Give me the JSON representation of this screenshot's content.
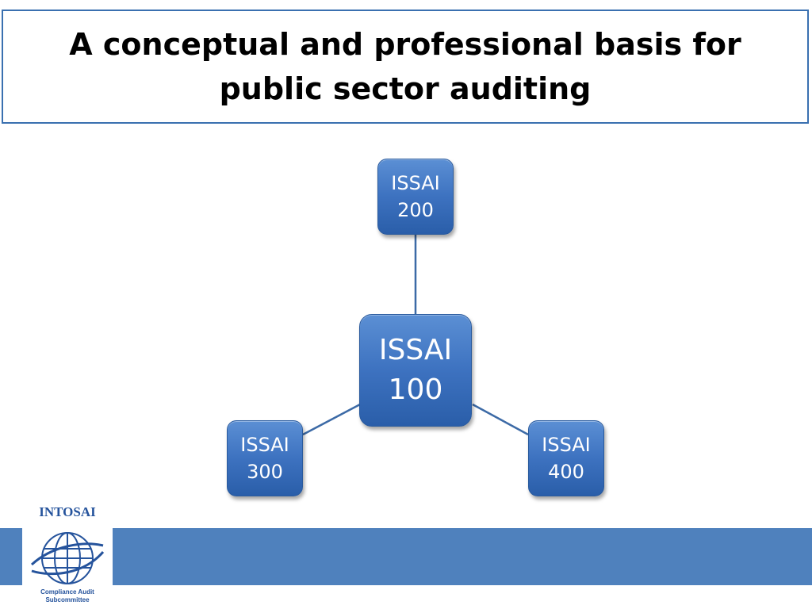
{
  "slide": {
    "title": "A conceptual and professional basis for public sector auditing"
  },
  "diagram": {
    "center": {
      "line1": "ISSAI",
      "line2": "100"
    },
    "top": {
      "line1": "ISSAI",
      "line2": "200"
    },
    "left": {
      "line1": "ISSAI",
      "line2": "300"
    },
    "right": {
      "line1": "ISSAI",
      "line2": "400"
    }
  },
  "logo": {
    "title": "INTOSAI",
    "sub_line1": "Compliance Audit",
    "sub_line2": "Subcommittee"
  },
  "colors": {
    "node_fill": "#4f81bd",
    "footer_bar": "#4f81bd",
    "title_border": "#3a70b0",
    "logo_text": "#25539c"
  }
}
